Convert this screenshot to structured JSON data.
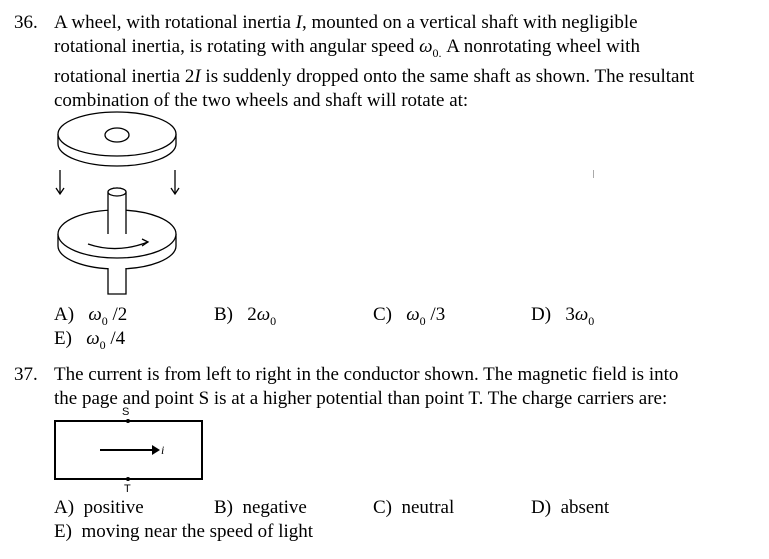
{
  "q36": {
    "number": "36.",
    "lines": [
      "A wheel, with rotational inertia ",
      "I",
      ", mounted on a vertical shaft with negligible",
      "rotational inertia, is rotating with angular speed ",
      "ω",
      "0.",
      " A nonrotating wheel with",
      "rotational inertia 2",
      "I",
      " is suddenly dropped onto the same shaft as shown. The resultant",
      "combination of the two wheels and shaft will rotate at:"
    ],
    "choices": {
      "a_letter": "A)",
      "a_value": "ω",
      "a_sub": "0",
      "a_rest": " /2",
      "b_letter": "B)",
      "b_pre": "2",
      "b_value": "ω",
      "b_sub": "0",
      "c_letter": "C)",
      "c_value": "ω",
      "c_sub": "0",
      "c_rest": " /3",
      "d_letter": "D)",
      "d_pre": "3",
      "d_value": "ω",
      "d_sub": "0",
      "e_letter": "E)",
      "e_value": "ω",
      "e_sub": "0",
      "e_rest": " /4"
    }
  },
  "q37": {
    "number": "37.",
    "line1": "The current is from left to right in the conductor shown. The magnetic field is into",
    "line2": "the page and point S is at a higher potential than point T. The charge carriers are:",
    "diagram": {
      "label_s": "S",
      "label_t": "T",
      "label_i": "i"
    },
    "choices": {
      "a_letter": "A)",
      "a_text": "positive",
      "b_letter": "B)",
      "b_text": "negative",
      "c_letter": "C)",
      "c_text": "neutral",
      "d_letter": "D)",
      "d_text": "absent",
      "e_letter": "E)",
      "e_text": "moving near the speed of light"
    }
  }
}
